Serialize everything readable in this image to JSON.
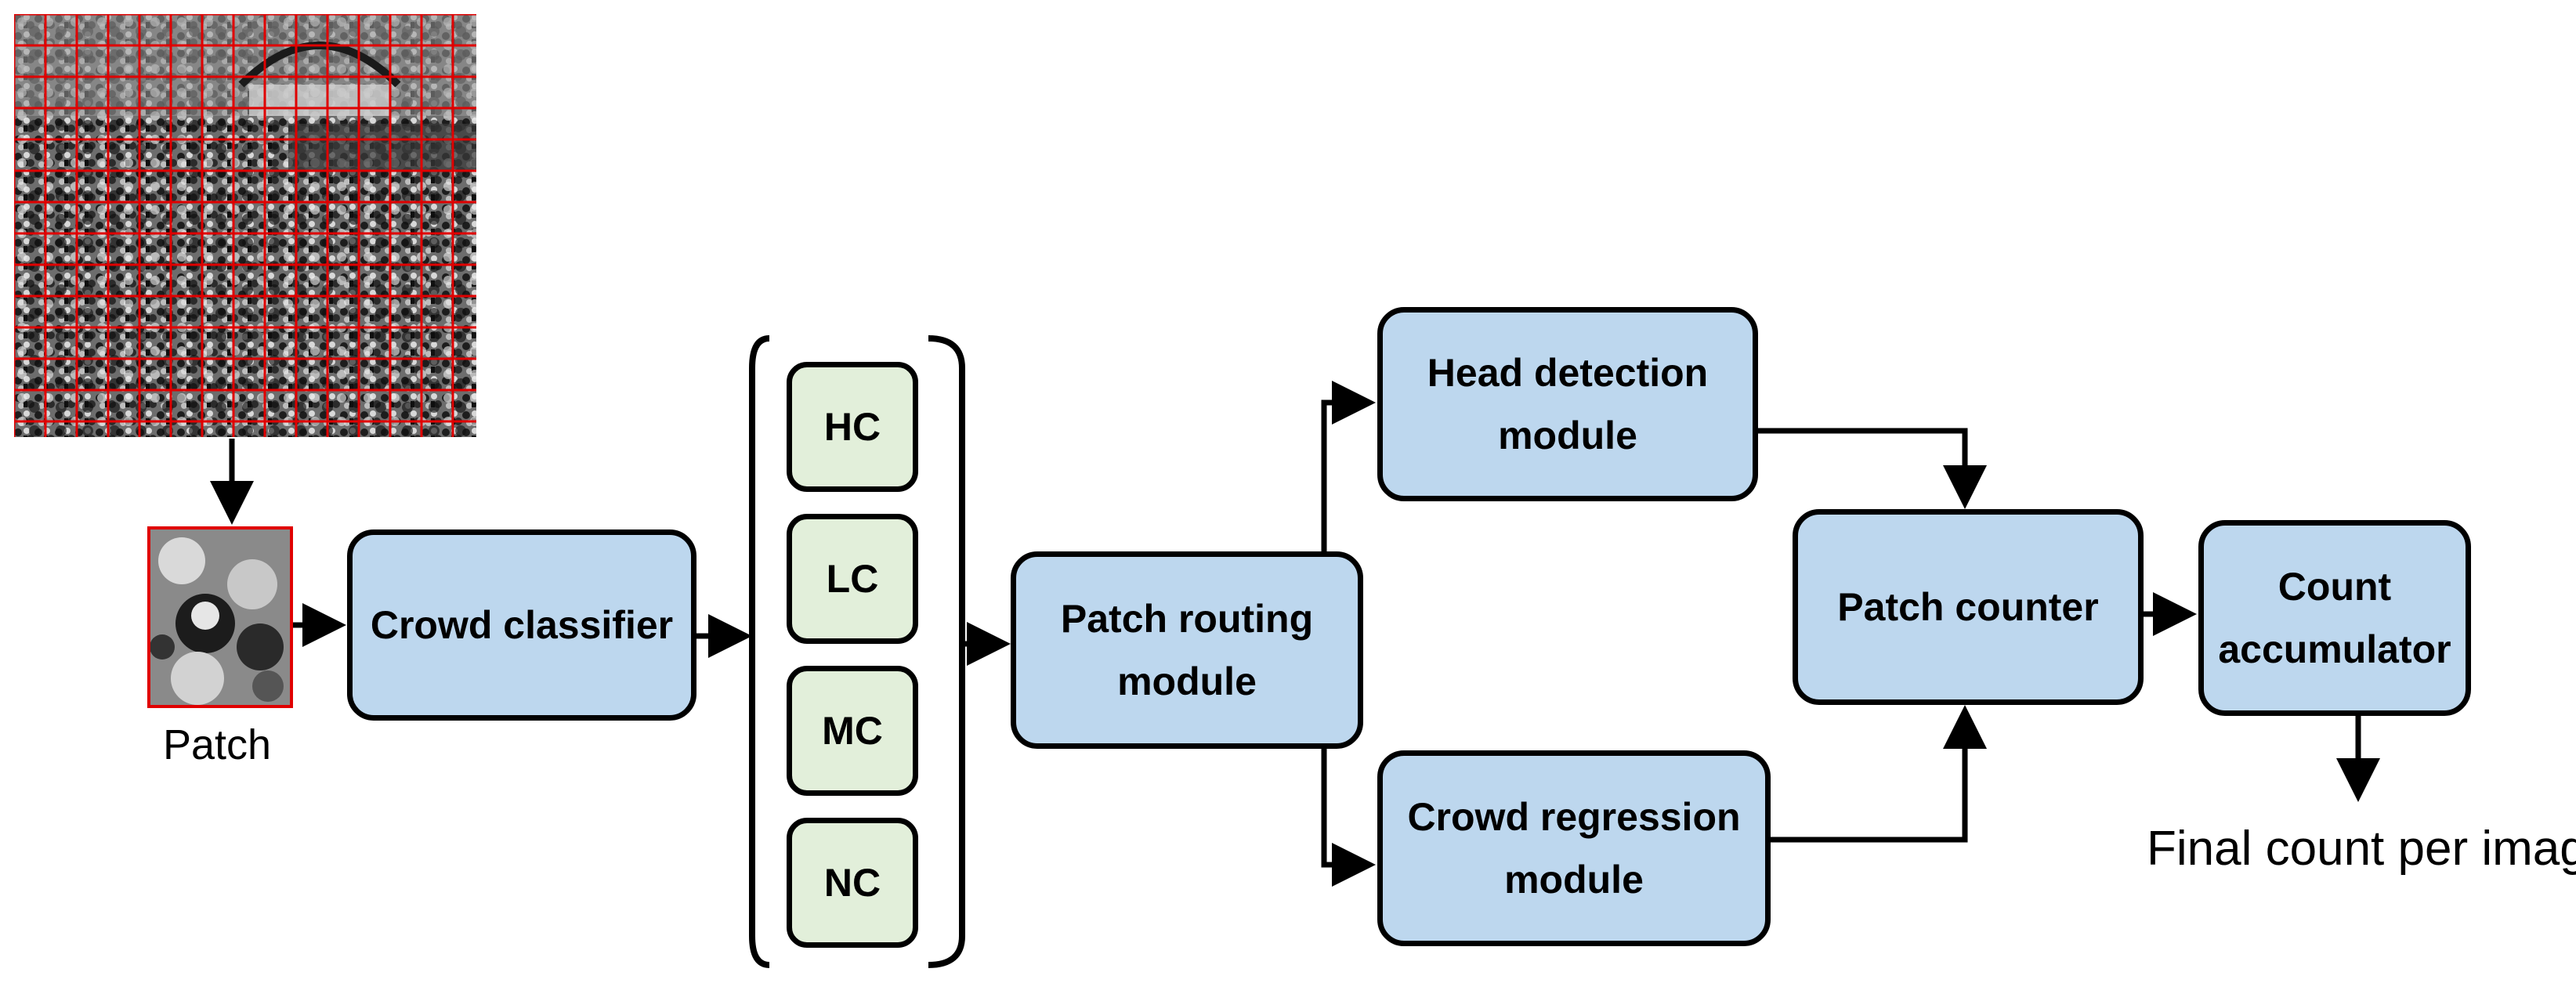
{
  "crowd_image": {
    "description_icon": "crowd-image-icon"
  },
  "patch_label": "Patch",
  "modules": {
    "crowd_classifier": "Crowd classifier",
    "patch_routing": "Patch routing\nmodule",
    "head_detection": "Head detection\nmodule",
    "crowd_regression": "Crowd regression\nmodule",
    "patch_counter": "Patch counter",
    "count_accumulator": "Count\naccumulator"
  },
  "classes": [
    "HC",
    "LC",
    "MC",
    "NC"
  ],
  "output_label": "Final count per image",
  "colors": {
    "module_fill": "#bdd7ee",
    "class_fill": "#e2efda",
    "grid": "#e00000",
    "stroke": "#000000"
  }
}
